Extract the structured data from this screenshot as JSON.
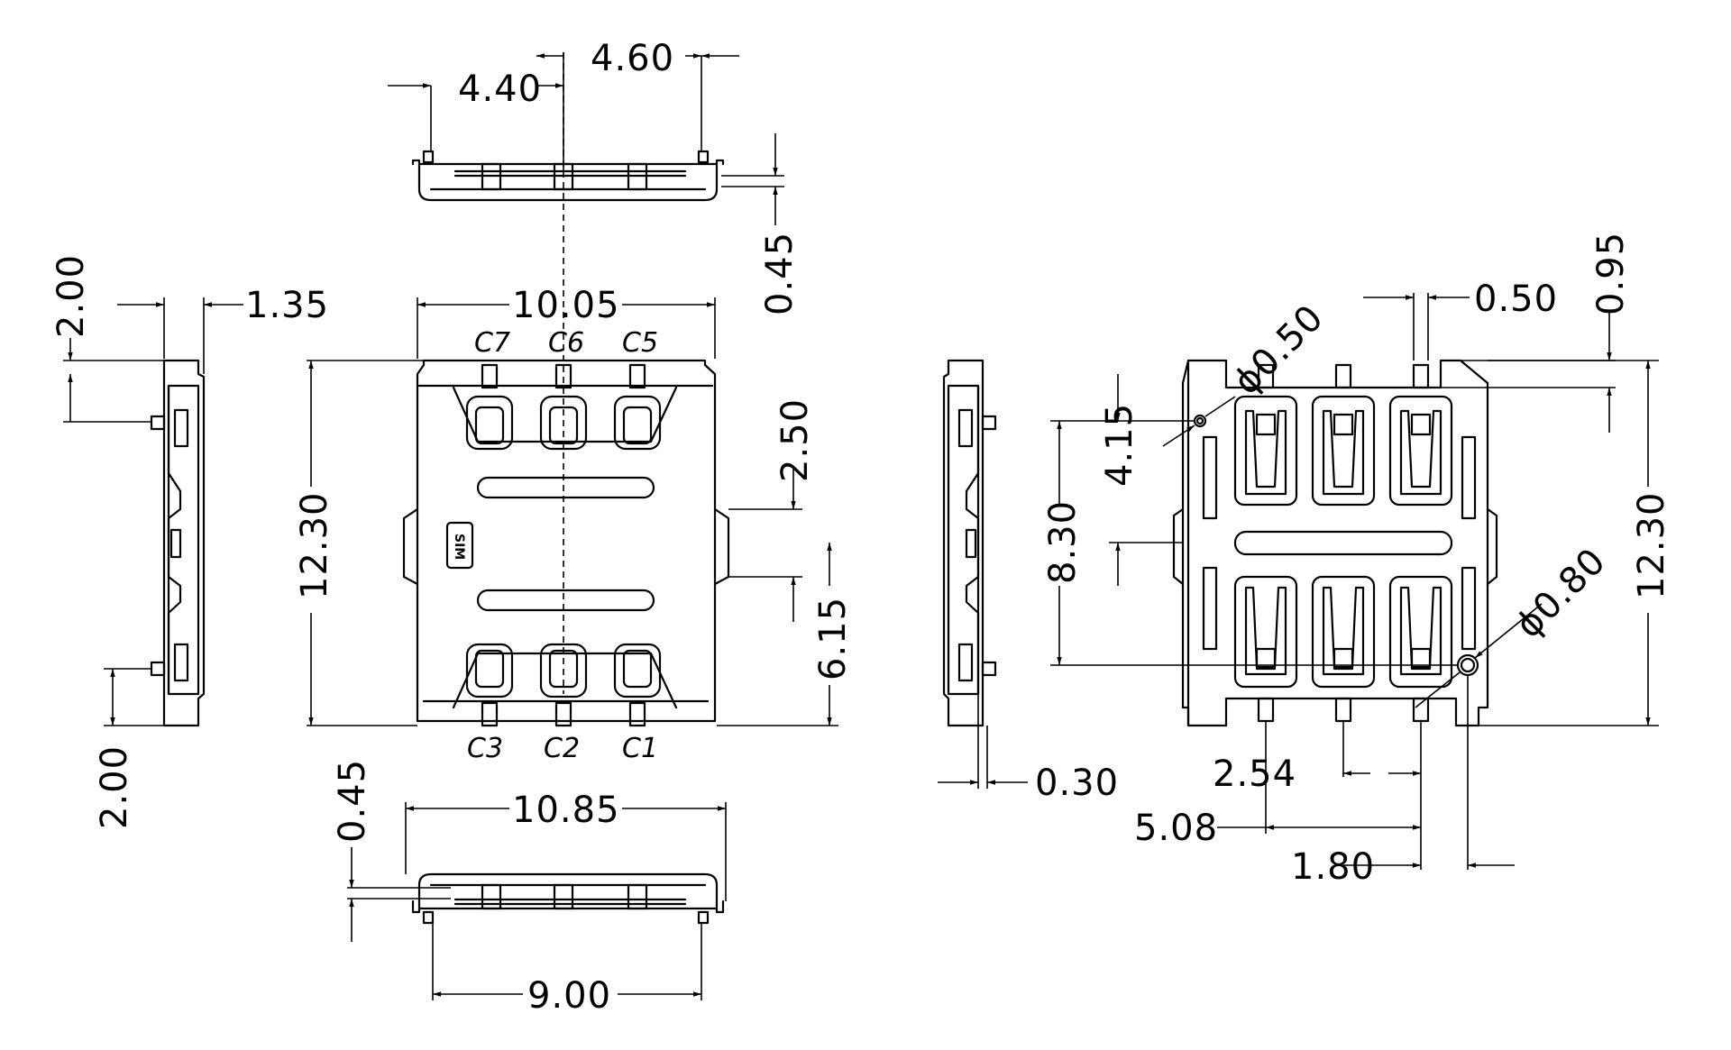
{
  "dimensions": {
    "top_left_half": "4.40",
    "top_right_half": "4.60",
    "top_height": "0.45",
    "body_width": "10.05",
    "body_height": "12.30",
    "window_height": "2.50",
    "center_offset": "6.15",
    "left_top": "2.00",
    "left_depth": "1.35",
    "left_bottom": "2.00",
    "bottom_width": "10.85",
    "bottom_height": "0.45",
    "bottom_pitch": "9.00",
    "right_side_thickness": "0.30",
    "pad_width": "0.50",
    "pad_offset": "0.95",
    "hole_small": "ϕ0.50",
    "span": "8.30",
    "half_span": "4.15",
    "bottom_height_right": "12.30",
    "hole_large": "ϕ0.80",
    "pitch": "2.54",
    "double_pitch": "5.08",
    "hole_offset": "1.80"
  },
  "pins": {
    "top": [
      "C7",
      "C6",
      "C5"
    ],
    "bottom": [
      "C3",
      "C2",
      "C1"
    ]
  },
  "marking": "SIM"
}
